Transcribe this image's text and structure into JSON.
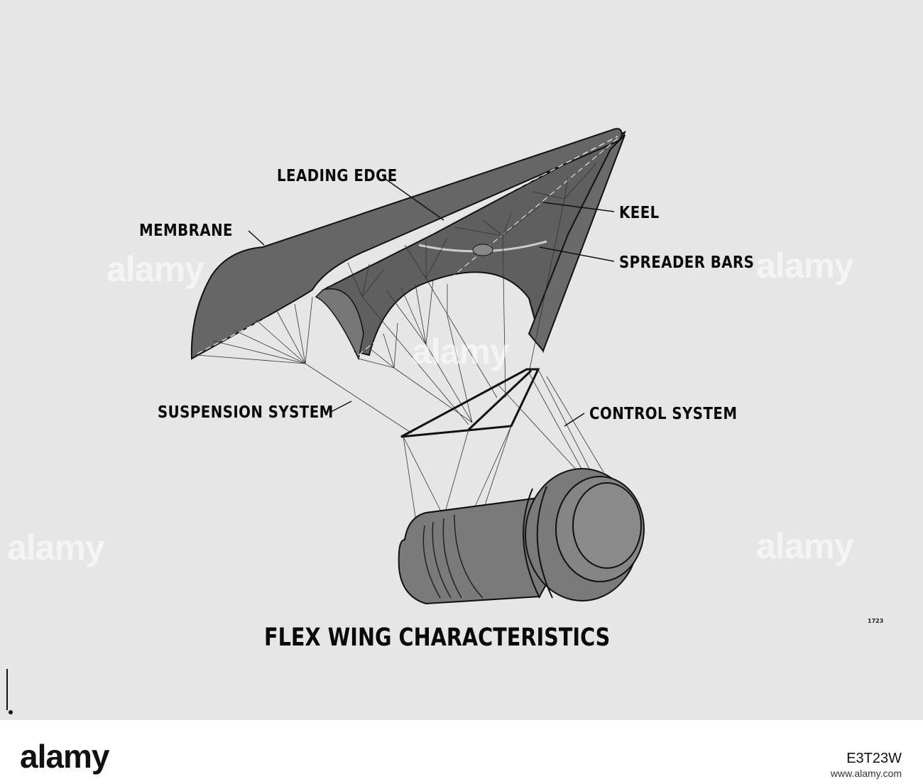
{
  "labels": {
    "leading_edge": "LEADING EDGE",
    "membrane": "MEMBRANE",
    "keel": "KEEL",
    "spreader_bars": "SPREADER BARS",
    "suspension_system": "SUSPENSION SYSTEM",
    "control_system": "CONTROL SYSTEM"
  },
  "title": "FLEX WING CHARACTERISTICS",
  "figure_number": "1723",
  "watermark": "alamy",
  "footer": {
    "logo": "alamy",
    "image_id": "E3T23W",
    "url": "www.alamy.com"
  },
  "colors": {
    "membrane_dark": "#5f5f5f",
    "membrane_mid": "#6f6f6f",
    "payload": "#7a7a7a",
    "background": "#e6e6e6",
    "line": "#1a1a1a"
  }
}
